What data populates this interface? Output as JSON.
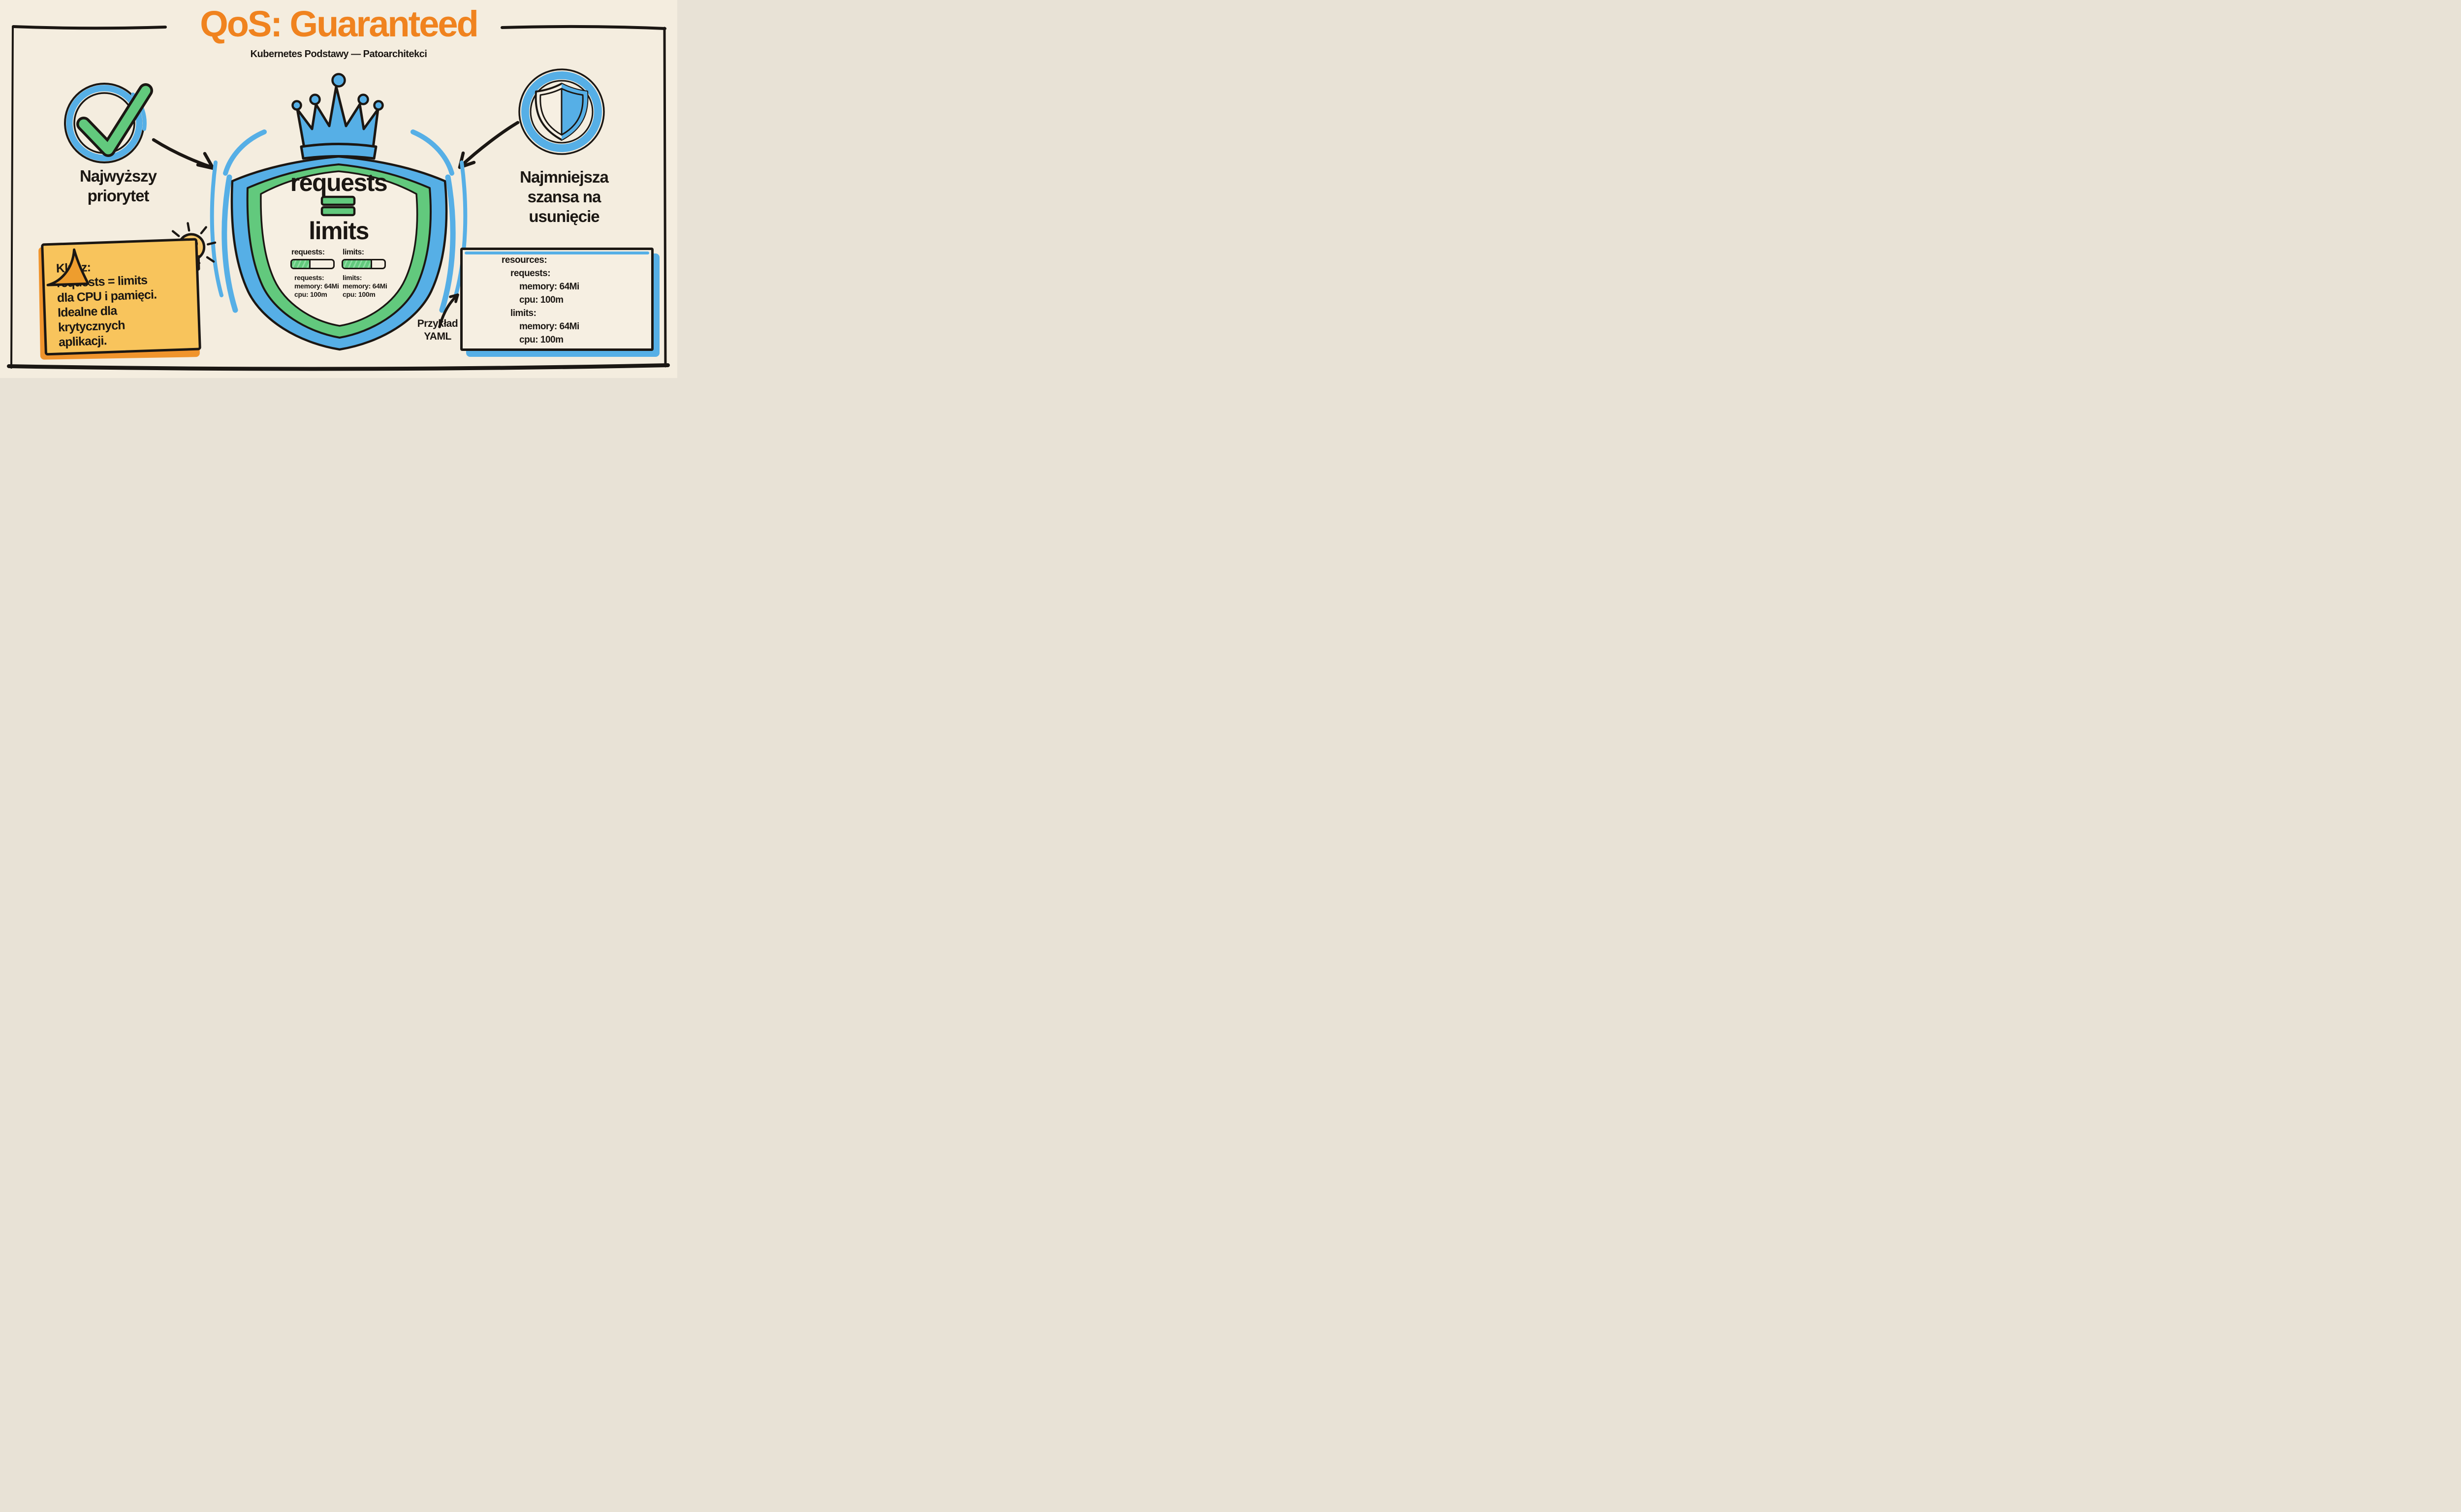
{
  "colors": {
    "bg": "#F4EDDF",
    "ink": "#1B1713",
    "orange": "#F0831F",
    "blue": "#56AFE6",
    "green": "#62C97D",
    "green_light": "#8FDCA2",
    "cream_inner": "#F6EFE2",
    "note_yellow": "#F8C45C",
    "note_orange": "#F0942C",
    "note_fold": "#EE9D2E",
    "bulb_yellow": "#F6C76B"
  },
  "header": {
    "title": "QoS: Guaranteed",
    "subtitle": "Kubernetes Podstawy — Patoarchitekci"
  },
  "left_point": {
    "lines": [
      "Najwyższy",
      "priorytet"
    ]
  },
  "right_point": {
    "lines": [
      "Najmniejsza",
      "szansa na",
      "usunięcie"
    ]
  },
  "shield": {
    "word_top": "requests",
    "word_bottom": "limits",
    "bars": [
      {
        "label": "requests:",
        "fill_pct": 42
      },
      {
        "label": "limits:",
        "fill_pct": 67
      }
    ],
    "columns": [
      {
        "lines": [
          "requests:",
          "memory: 64Mi",
          "cpu: 100m"
        ]
      },
      {
        "lines": [
          "limits:",
          "memory: 64Mi",
          "cpu: 100m"
        ]
      }
    ]
  },
  "note": {
    "lines": [
      "Klucz:",
      "requests = limits",
      "dla CPU i pamięci.",
      "Idealne dla",
      "krytycznych",
      "aplikacji."
    ]
  },
  "yaml_box": {
    "label_lines": [
      "Przykład",
      "YAML"
    ],
    "code_lines": [
      {
        "text": "resources:"
      },
      {
        "text": "requests:"
      },
      {
        "text": "memory: 64Mi"
      },
      {
        "text": "cpu: 100m"
      },
      {
        "text": "limits:"
      },
      {
        "text": "memory: 64Mi"
      },
      {
        "text": "cpu: 100m"
      }
    ]
  }
}
